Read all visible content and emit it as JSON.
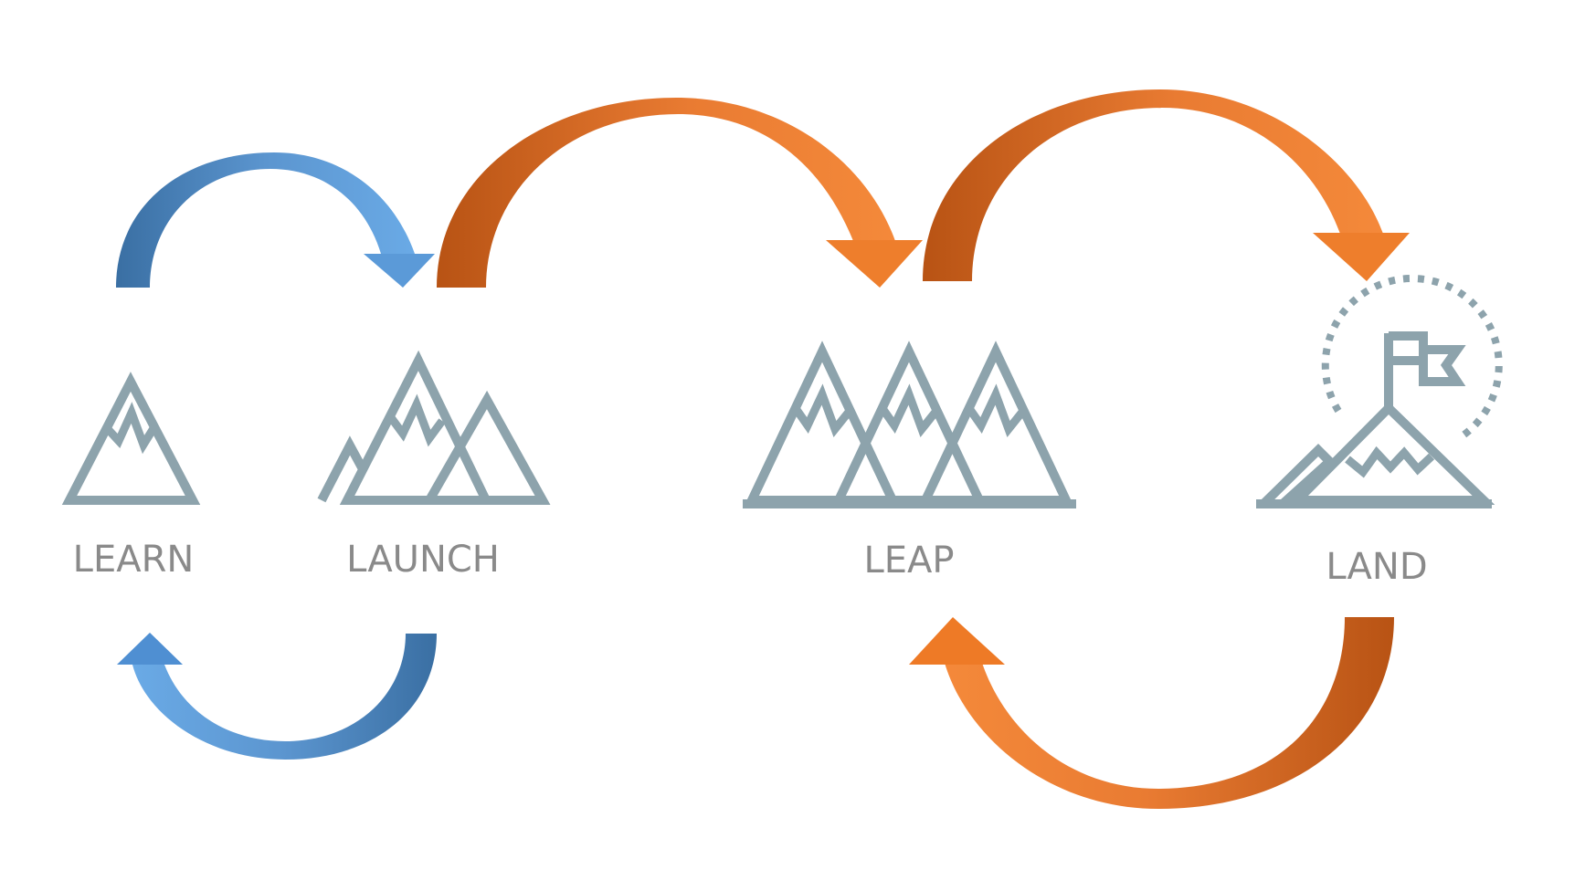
{
  "stages": [
    {
      "key": "learn",
      "label": "LEARN"
    },
    {
      "key": "launch",
      "label": "LAUNCH"
    },
    {
      "key": "leap",
      "label": "LEAP"
    },
    {
      "key": "land",
      "label": "LAND"
    }
  ],
  "colors": {
    "blue_light": "#6aaae6",
    "blue_dark": "#3a6fa3",
    "orange_light": "#f4893a",
    "orange_dark": "#b85314",
    "icon_stroke": "#8da3ac",
    "label_text": "#8a8a8a"
  },
  "icons": {
    "learn": "single-mountain-icon",
    "launch": "two-mountains-icon",
    "leap": "three-mountains-icon",
    "land": "summit-flag-icon"
  },
  "arrows": [
    {
      "from": "learn",
      "to": "launch",
      "color": "blue",
      "direction": "forward"
    },
    {
      "from": "launch",
      "to": "learn",
      "color": "blue",
      "direction": "back"
    },
    {
      "from": "launch",
      "to": "leap",
      "color": "orange",
      "direction": "forward"
    },
    {
      "from": "leap",
      "to": "land",
      "color": "orange",
      "direction": "forward"
    },
    {
      "from": "land",
      "to": "leap",
      "color": "orange",
      "direction": "back"
    }
  ]
}
